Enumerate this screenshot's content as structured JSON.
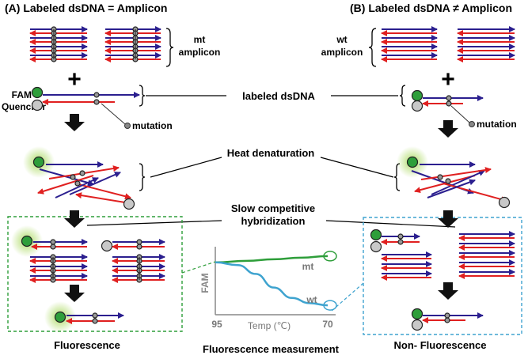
{
  "panel_a": {
    "title": "(A) Labeled dsDNA = Amplicon",
    "amplicon_line1": "mt",
    "amplicon_line2": "amplicon",
    "result": "Fluorescence"
  },
  "panel_b": {
    "title": "(B) Labeled dsDNA ≠ Amplicon",
    "amplicon_line1": "wt",
    "amplicon_line2": "amplicon",
    "result": "Non- Fluorescence"
  },
  "labels": {
    "fam": "FAM",
    "quencher": "Quencher",
    "mutation": "mutation",
    "labeled_dsdna": "labeled dsDNA",
    "heat_denaturation": "Heat denaturation",
    "slow_line1": "Slow competitive",
    "slow_line2": "hybridization",
    "plus": "+"
  },
  "chart": {
    "title": "Fluorescence measurement",
    "ylabel": "FAM",
    "xlabel": "Temp (℃)",
    "x_start": "95",
    "x_end": "70",
    "mt_label": "mt",
    "wt_label": "wt"
  },
  "chart_data": {
    "type": "line",
    "xlabel": "Temp (℃)",
    "ylabel": "FAM",
    "xlim": [
      95,
      70
    ],
    "x_ticks": [
      "95",
      "70"
    ],
    "series": [
      {
        "name": "mt",
        "color": "#2e9e3a",
        "x": [
          95,
          88,
          82,
          76,
          70
        ],
        "y": [
          1.0,
          1.03,
          1.06,
          1.09,
          1.12
        ]
      },
      {
        "name": "wt",
        "color": "#3ea3cf",
        "x": [
          95,
          90,
          86,
          82,
          78,
          74,
          70
        ],
        "y": [
          1.0,
          0.95,
          0.78,
          0.52,
          0.32,
          0.22,
          0.18
        ]
      }
    ]
  },
  "colors": {
    "blue_strand": "#2b1f8f",
    "red_strand": "#e02020",
    "fam": "#2e9e3a",
    "quencher": "#c8c8c8",
    "box_a": "#2e9e3a",
    "box_b": "#3ea3cf"
  }
}
